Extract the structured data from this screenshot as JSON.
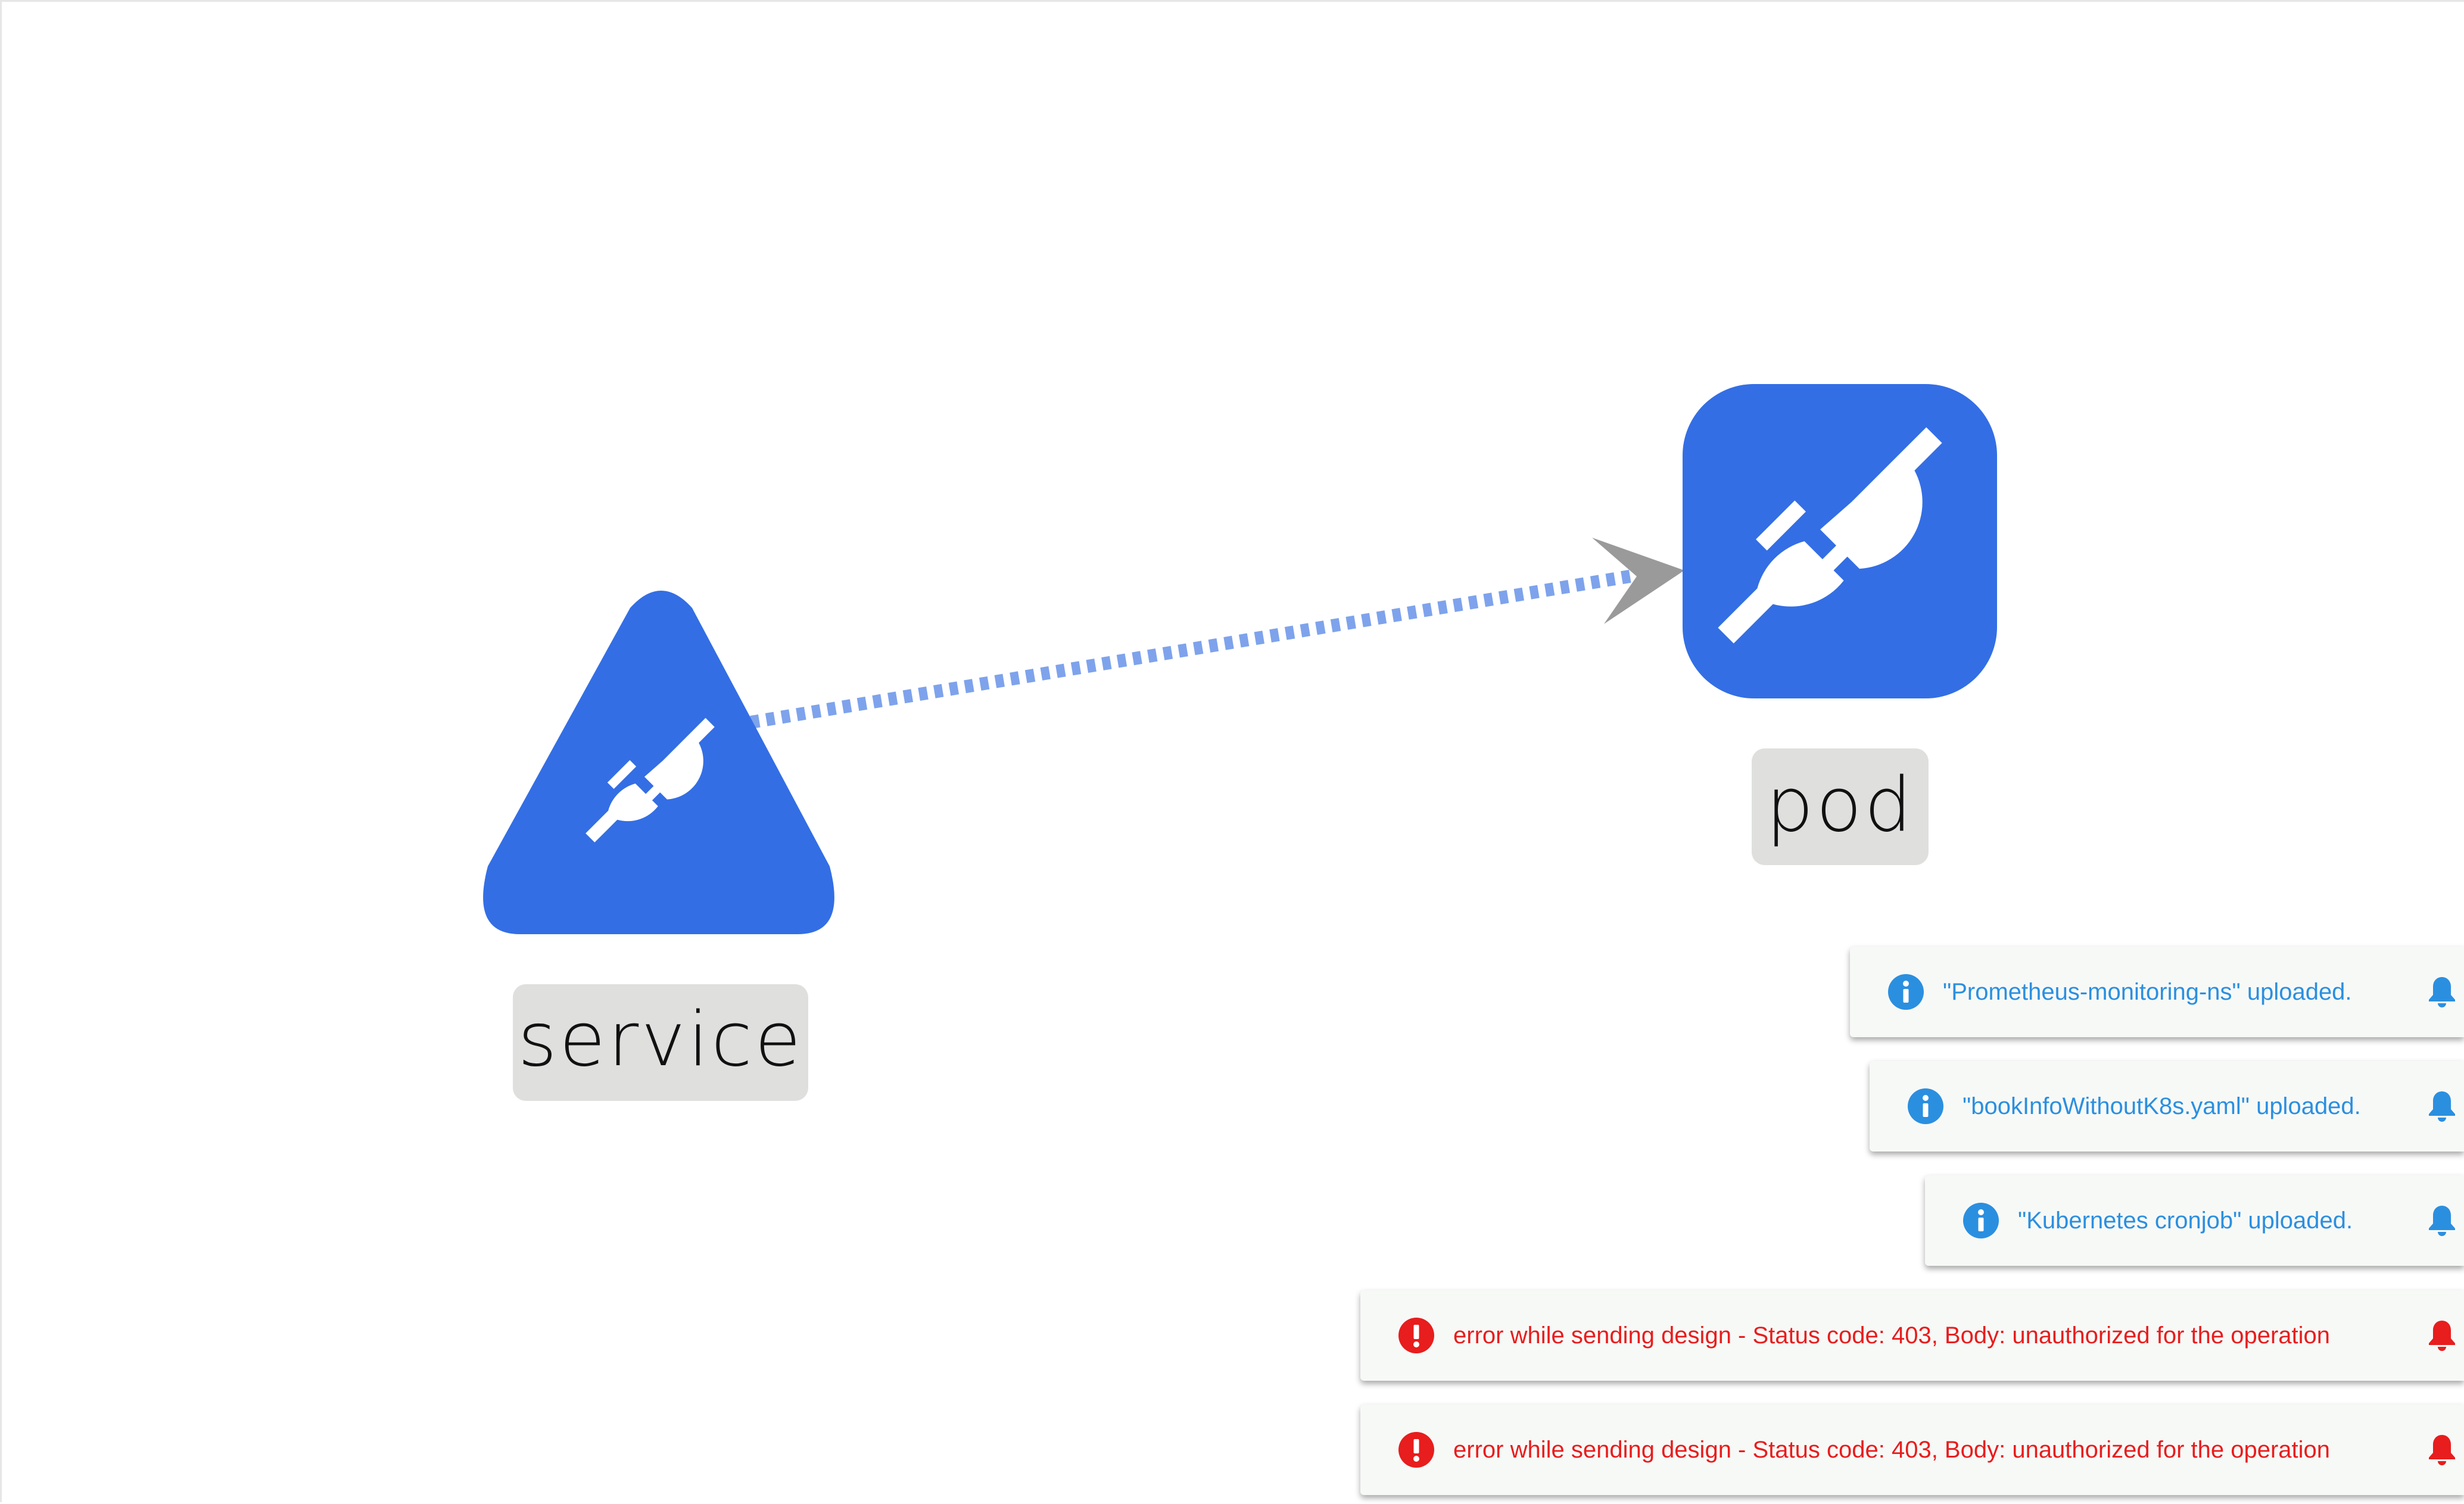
{
  "graph": {
    "nodes": [
      {
        "id": "service",
        "label": "service",
        "shape": "triangle",
        "icon": "plug-icon"
      },
      {
        "id": "pod",
        "label": "pod",
        "shape": "rounded-square",
        "icon": "plug-icon"
      }
    ],
    "edges": [
      {
        "from": "service",
        "to": "pod",
        "style": "dotted",
        "arrow": "target"
      }
    ],
    "colors": {
      "node_fill": "#336ee5",
      "edge": "#7ea3ec",
      "arrow": "#9a9a9a",
      "label_bg": "#dfe0de"
    }
  },
  "notifications": [
    {
      "type": "info",
      "message": "\"Prometheus-monitoring-ns\" uploaded.",
      "icon": "info-icon"
    },
    {
      "type": "info",
      "message": "\"bookInfoWithoutK8s.yaml\" uploaded.",
      "icon": "info-icon"
    },
    {
      "type": "info",
      "message": "\"Kubernetes cronjob\" uploaded.",
      "icon": "info-icon"
    },
    {
      "type": "error",
      "message": "error while sending design - Status code: 403, Body: unauthorized for the operation",
      "icon": "error-icon"
    },
    {
      "type": "error",
      "message": "error while sending design - Status code: 403, Body: unauthorized for the operation",
      "icon": "error-icon"
    }
  ],
  "notification_colors": {
    "info": "#2b8fe0",
    "error": "#e81d1d"
  }
}
